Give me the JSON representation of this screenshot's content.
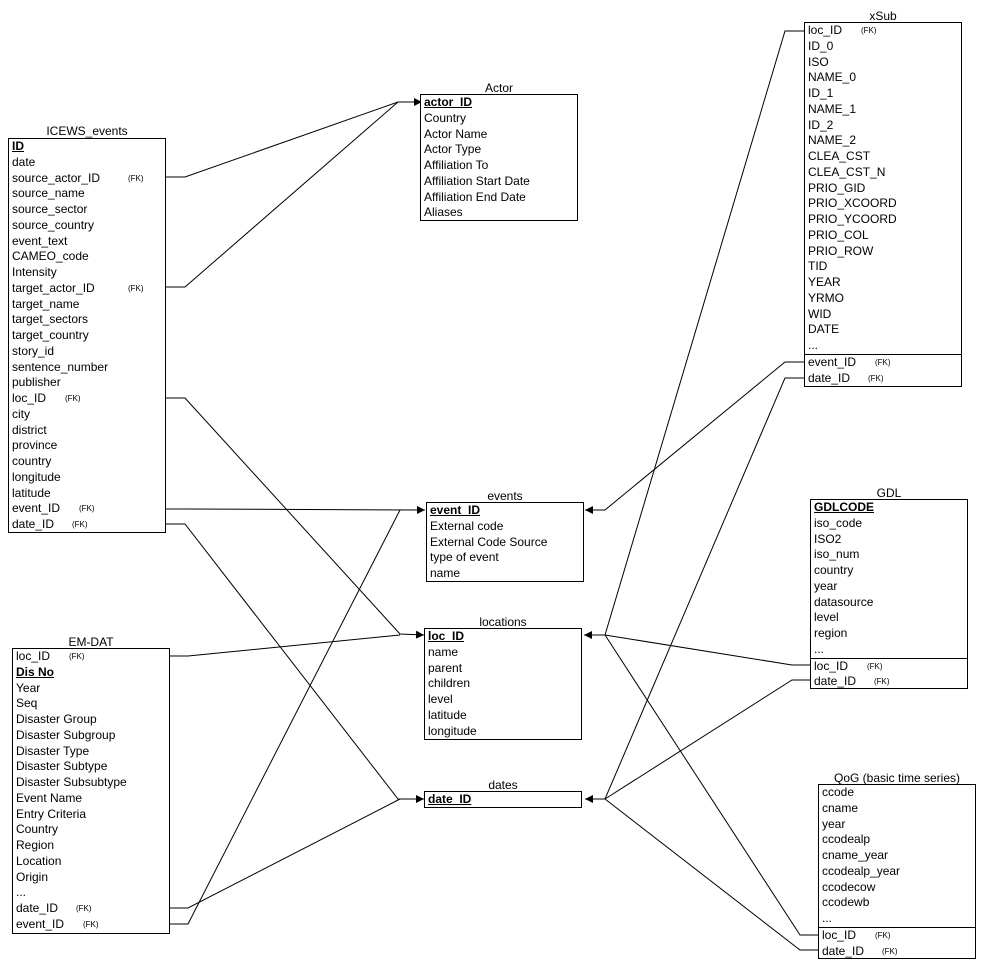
{
  "tables": {
    "icews": {
      "title": "ICEWS_events",
      "fk_tag": "(FK)",
      "rows": [
        "ID",
        "date",
        "source_actor_ID",
        "source_name",
        "source_sector",
        "source_country",
        "event_text",
        "CAMEO_code",
        "Intensity",
        "target_actor_ID",
        "target_name",
        "target_sectors",
        "target_country",
        "story_id",
        "sentence_number",
        "publisher",
        "loc_ID",
        "city",
        "district",
        "province",
        "country",
        "longitude",
        "latitude",
        "event_ID",
        "date_ID"
      ]
    },
    "actor": {
      "title": "Actor",
      "rows": [
        "actor_ID",
        "Country",
        "Actor Name",
        "Actor Type",
        "Affiliation To",
        "Affiliation Start Date",
        "Affiliation End Date",
        "Aliases"
      ]
    },
    "events": {
      "title": "events",
      "rows": [
        "event_ID",
        "External code",
        "External Code Source",
        "type of event",
        "name"
      ]
    },
    "locations": {
      "title": "locations",
      "rows": [
        "loc_ID",
        "name",
        "parent",
        "children",
        "level",
        "latitude",
        "longitude"
      ]
    },
    "dates": {
      "title": "dates",
      "rows": [
        "date_ID"
      ]
    },
    "emdat": {
      "title": "EM-DAT",
      "rows": [
        "loc_ID",
        "Dis No",
        "Year",
        "Seq",
        "Disaster Group",
        "Disaster Subgroup",
        "Disaster Type",
        "Disaster Subtype",
        "Disaster Subsubtype",
        "Event Name",
        "Entry Criteria",
        "Country",
        "Region",
        "Location",
        "Origin",
        "...",
        "date_ID",
        "event_ID"
      ]
    },
    "xsub": {
      "title": "xSub",
      "rows": [
        "loc_ID",
        "ID_0",
        "ISO",
        "NAME_0",
        "ID_1",
        "NAME_1",
        "ID_2",
        "NAME_2",
        "CLEA_CST",
        "CLEA_CST_N",
        "PRIO_GID",
        "PRIO_XCOORD",
        "PRIO_YCOORD",
        "PRIO_COL",
        "PRIO_ROW",
        "TID",
        "YEAR",
        "YRMO",
        "WID",
        "DATE",
        "...",
        "event_ID",
        "date_ID"
      ]
    },
    "gdl": {
      "title": "GDL",
      "rows": [
        "GDLCODE",
        "iso_code",
        "ISO2",
        "iso_num",
        "country",
        "year",
        "datasource",
        "level",
        "region",
        "...",
        "loc_ID",
        "date_ID"
      ]
    },
    "qog": {
      "title": "QoG (basic time series)",
      "rows": [
        "ccode",
        "cname",
        "year",
        "ccodealp",
        "cname_year",
        "ccodealp_year",
        "ccodecow",
        "ccodewb",
        "...",
        "loc_ID",
        "date_ID"
      ]
    }
  }
}
